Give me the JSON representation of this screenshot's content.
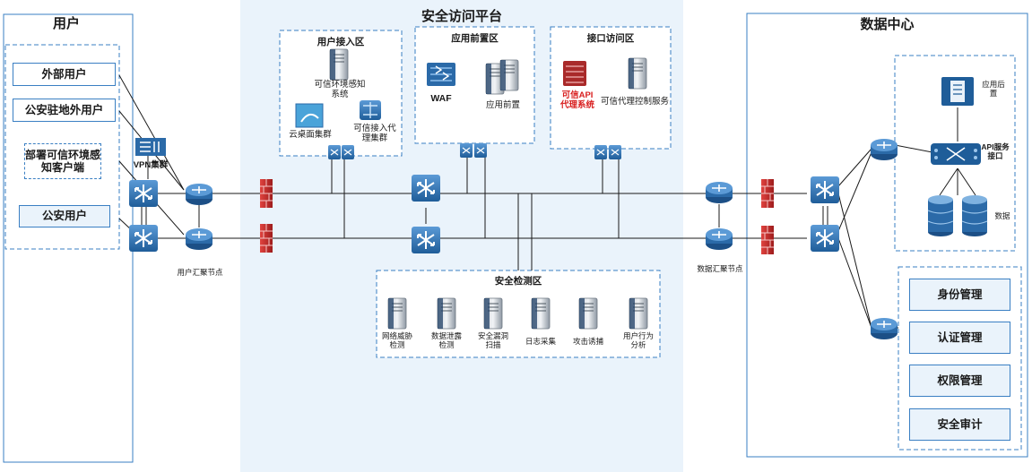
{
  "platform": {
    "title": "安全访问平台"
  },
  "users": {
    "title": "用户",
    "items": [
      "外部用户",
      "公安驻地外用户",
      "部署可信环境感知客户端",
      "公安用户"
    ]
  },
  "access_zone": {
    "title": "用户接入区",
    "trusted_env": "可信环境感知系统",
    "cloud_desktop": "云桌面集群",
    "trusted_proxy": "可信接入代理集群"
  },
  "app_front_zone": {
    "title": "应用前置区",
    "waf": "WAF",
    "app_front": "应用前置"
  },
  "interface_zone": {
    "title": "接口访问区",
    "api_proxy": "可信API代理系统",
    "proxy_control": "可信代理控制服务"
  },
  "vpn_label": "VPN集群",
  "user_node_label": "用户汇聚节点",
  "data_node_label": "数据汇聚节点",
  "detection_zone": {
    "title": "安全检测区",
    "items": [
      "网络威胁检测",
      "数据泄露检测",
      "安全漏洞扫描",
      "日志采集",
      "攻击诱捕",
      "用户行为分析"
    ]
  },
  "datacenter": {
    "title": "数据中心",
    "app_backend": "应用后置",
    "api_service": "API服务接口",
    "data": "数据",
    "mgmt": [
      "身份管理",
      "认证管理",
      "权限管理",
      "安全审计"
    ]
  },
  "colors": {
    "accent": "#3a7fc3",
    "platform_bg": "#eaf3fb",
    "firewall": "#c8262b",
    "device": "#2b6aa8"
  }
}
